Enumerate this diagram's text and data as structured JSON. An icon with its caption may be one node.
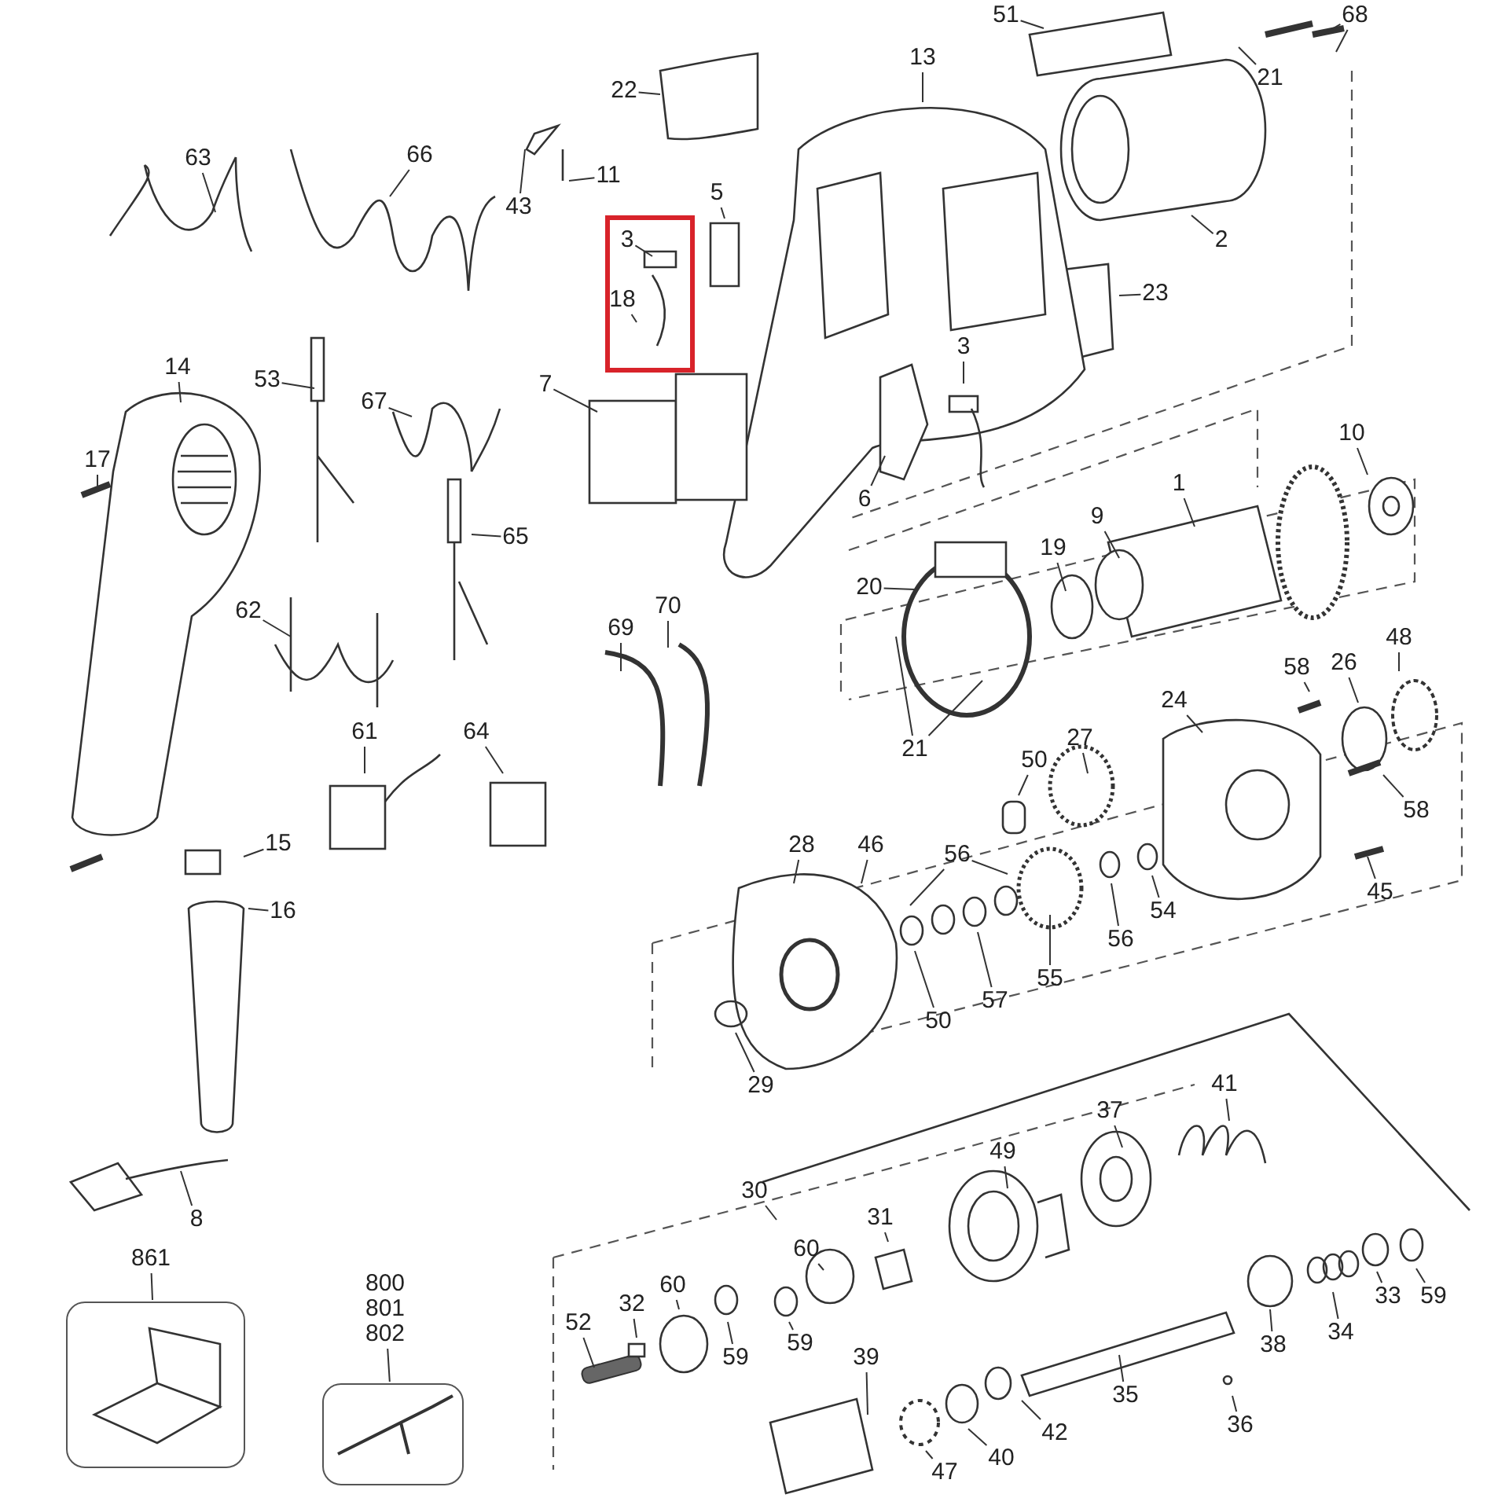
{
  "diagram": {
    "nodes": [
      {
        "text": [
          "51"
        ]
      },
      {
        "text": [
          "68"
        ]
      },
      {
        "text": [
          "21"
        ]
      },
      {
        "text": [
          "13"
        ]
      },
      {
        "text": [
          "22"
        ]
      },
      {
        "text": [
          "63"
        ]
      },
      {
        "text": [
          "66"
        ]
      },
      {
        "text": [
          "43"
        ]
      },
      {
        "text": [
          "11"
        ]
      },
      {
        "text": [
          "5"
        ]
      },
      {
        "text": [],
        "shape": "box"
      },
      {
        "text": [
          "3"
        ],
        "in": 10
      },
      {
        "text": [
          "18"
        ],
        "in": 10
      },
      {
        "text": [
          "2"
        ]
      },
      {
        "text": [
          "23"
        ]
      },
      {
        "text": [
          "7"
        ]
      },
      {
        "text": [
          "3"
        ]
      },
      {
        "text": [
          "14"
        ]
      },
      {
        "text": [
          "53"
        ]
      },
      {
        "text": [
          "67"
        ]
      },
      {
        "text": [
          "10"
        ]
      },
      {
        "text": [
          "17"
        ]
      },
      {
        "text": [
          "1"
        ]
      },
      {
        "text": [
          "6"
        ]
      },
      {
        "text": [
          "9"
        ]
      },
      {
        "text": [
          "65"
        ]
      },
      {
        "text": [
          "19"
        ]
      },
      {
        "text": [
          "20"
        ]
      },
      {
        "text": [
          "62"
        ]
      },
      {
        "text": [
          "70"
        ]
      },
      {
        "text": [
          "69"
        ]
      },
      {
        "text": [
          "48"
        ]
      },
      {
        "text": [
          "58"
        ]
      },
      {
        "text": [
          "26"
        ]
      },
      {
        "text": [
          "24"
        ]
      },
      {
        "text": [
          "21"
        ]
      },
      {
        "text": [
          "27"
        ]
      },
      {
        "text": [
          "61"
        ]
      },
      {
        "text": [
          "64"
        ]
      },
      {
        "text": [
          "50"
        ]
      },
      {
        "text": [
          "58"
        ]
      },
      {
        "text": [
          "15"
        ]
      },
      {
        "text": [
          "28"
        ]
      },
      {
        "text": [
          "46"
        ]
      },
      {
        "text": [
          "56"
        ]
      },
      {
        "text": [
          "45"
        ]
      },
      {
        "text": [
          "54"
        ]
      },
      {
        "text": [
          "16"
        ]
      },
      {
        "text": [
          "56"
        ]
      },
      {
        "text": [
          "50"
        ]
      },
      {
        "text": [
          "57"
        ]
      },
      {
        "text": [
          "55"
        ]
      },
      {
        "text": [
          "29"
        ]
      },
      {
        "text": [
          "41"
        ]
      },
      {
        "text": [
          "37"
        ]
      },
      {
        "text": [
          "30"
        ]
      },
      {
        "text": [
          "49"
        ]
      },
      {
        "text": [
          "8"
        ]
      },
      {
        "text": [
          "861"
        ]
      },
      {
        "text": [],
        "shape": "box"
      },
      {
        "text": [
          "31"
        ]
      },
      {
        "text": [
          "60"
        ]
      },
      {
        "text": [
          "800",
          "801",
          "802"
        ]
      },
      {
        "text": [],
        "shape": "box"
      },
      {
        "text": [
          "33"
        ]
      },
      {
        "text": [
          "59"
        ]
      },
      {
        "text": [
          "34"
        ]
      },
      {
        "text": [
          "38"
        ]
      },
      {
        "text": [
          "52"
        ]
      },
      {
        "text": [
          "32"
        ]
      },
      {
        "text": [
          "60"
        ]
      },
      {
        "text": [
          "59"
        ]
      },
      {
        "text": [
          "59"
        ]
      },
      {
        "text": [
          "39"
        ]
      },
      {
        "text": [
          "35"
        ]
      },
      {
        "text": [
          "36"
        ]
      },
      {
        "text": [
          "42"
        ]
      },
      {
        "text": [
          "40"
        ]
      },
      {
        "text": [
          "47"
        ]
      }
    ],
    "edges": [
      {
        "from": 0,
        "to": null,
        "arrow": "none"
      },
      {
        "from": 1,
        "to": null,
        "arrow": "none"
      },
      {
        "from": 1,
        "to": null,
        "arrow": "none"
      },
      {
        "from": 2,
        "to": null,
        "arrow": "none"
      },
      {
        "from": 3,
        "to": null,
        "arrow": "none"
      },
      {
        "from": 4,
        "to": null,
        "arrow": "none"
      },
      {
        "from": 5,
        "to": null,
        "arrow": "none"
      },
      {
        "from": 6,
        "to": null,
        "arrow": "none"
      },
      {
        "from": 7,
        "to": null,
        "arrow": "none"
      },
      {
        "from": 8,
        "to": null,
        "arrow": "none"
      },
      {
        "from": 9,
        "to": null,
        "arrow": "none"
      },
      {
        "from": 11,
        "to": null,
        "arrow": "none"
      },
      {
        "from": 12,
        "to": null,
        "arrow": "none"
      },
      {
        "from": 13,
        "to": null,
        "arrow": "none"
      },
      {
        "from": 14,
        "to": null,
        "arrow": "none"
      },
      {
        "from": 15,
        "to": null,
        "arrow": "none"
      },
      {
        "from": 16,
        "to": null,
        "arrow": "none"
      },
      {
        "from": 17,
        "to": null,
        "arrow": "none"
      },
      {
        "from": 18,
        "to": null,
        "arrow": "none"
      },
      {
        "from": 19,
        "to": null,
        "arrow": "none"
      },
      {
        "from": 20,
        "to": null,
        "arrow": "none"
      },
      {
        "from": 21,
        "to": null,
        "arrow": "none"
      },
      {
        "from": 22,
        "to": null,
        "arrow": "none"
      },
      {
        "from": 23,
        "to": null,
        "arrow": "none"
      },
      {
        "from": 24,
        "to": null,
        "arrow": "none"
      },
      {
        "from": 25,
        "to": null,
        "arrow": "none"
      },
      {
        "from": 26,
        "to": null,
        "arrow": "none"
      },
      {
        "from": 27,
        "to": null,
        "arrow": "none"
      },
      {
        "from": 28,
        "to": null,
        "arrow": "none"
      },
      {
        "from": 29,
        "to": null,
        "arrow": "none"
      },
      {
        "from": 30,
        "to": null,
        "arrow": "none"
      },
      {
        "from": 31,
        "to": null,
        "arrow": "none"
      },
      {
        "from": 32,
        "to": null,
        "arrow": "none"
      },
      {
        "from": 33,
        "to": null,
        "arrow": "none"
      },
      {
        "from": 34,
        "to": null,
        "arrow": "none"
      },
      {
        "from": 35,
        "to": null,
        "arrow": "none"
      },
      {
        "from": 35,
        "to": null,
        "arrow": "none"
      },
      {
        "from": 36,
        "to": null,
        "arrow": "none"
      },
      {
        "from": 37,
        "to": null,
        "arrow": "none"
      },
      {
        "from": 38,
        "to": null,
        "arrow": "none"
      },
      {
        "from": 39,
        "to": null,
        "arrow": "none"
      },
      {
        "from": 40,
        "to": null,
        "arrow": "none"
      },
      {
        "from": 41,
        "to": null,
        "arrow": "none"
      },
      {
        "from": 42,
        "to": null,
        "arrow": "none"
      },
      {
        "from": 43,
        "to": null,
        "arrow": "none"
      },
      {
        "from": 44,
        "to": null,
        "arrow": "none"
      },
      {
        "from": 44,
        "to": null,
        "arrow": "none"
      },
      {
        "from": 45,
        "to": null,
        "arrow": "none"
      },
      {
        "from": 46,
        "to": null,
        "arrow": "none"
      },
      {
        "from": 47,
        "to": null,
        "arrow": "none"
      },
      {
        "from": 48,
        "to": null,
        "arrow": "none"
      },
      {
        "from": 49,
        "to": null,
        "arrow": "none"
      },
      {
        "from": 50,
        "to": null,
        "arrow": "none"
      },
      {
        "from": 51,
        "to": null,
        "arrow": "none"
      },
      {
        "from": 52,
        "to": null,
        "arrow": "none"
      },
      {
        "from": 53,
        "to": null,
        "arrow": "none"
      },
      {
        "from": 54,
        "to": null,
        "arrow": "none"
      },
      {
        "from": 55,
        "to": null,
        "arrow": "none"
      },
      {
        "from": 56,
        "to": null,
        "arrow": "none"
      },
      {
        "from": 57,
        "to": null,
        "arrow": "none"
      },
      {
        "from": 58,
        "to": 59,
        "arrow": "none"
      },
      {
        "from": 60,
        "to": null,
        "arrow": "none"
      },
      {
        "from": 61,
        "to": null,
        "arrow": "none"
      },
      {
        "from": 62,
        "to": 63,
        "arrow": "none"
      },
      {
        "from": 64,
        "to": null,
        "arrow": "none"
      },
      {
        "from": 65,
        "to": null,
        "arrow": "none"
      },
      {
        "from": 66,
        "to": null,
        "arrow": "none"
      },
      {
        "from": 67,
        "to": null,
        "arrow": "none"
      },
      {
        "from": 68,
        "to": null,
        "arrow": "none"
      },
      {
        "from": 69,
        "to": null,
        "arrow": "none"
      },
      {
        "from": 70,
        "to": null,
        "arrow": "none"
      },
      {
        "from": 71,
        "to": null,
        "arrow": "none"
      },
      {
        "from": 72,
        "to": null,
        "arrow": "none"
      },
      {
        "from": 73,
        "to": null,
        "arrow": "none"
      },
      {
        "from": 74,
        "to": null,
        "arrow": "none"
      },
      {
        "from": 75,
        "to": null,
        "arrow": "none"
      },
      {
        "from": 76,
        "to": null,
        "arrow": "none"
      },
      {
        "from": 77,
        "to": null,
        "arrow": "none"
      },
      {
        "from": 78,
        "to": null,
        "arrow": "none"
      }
    ]
  }
}
